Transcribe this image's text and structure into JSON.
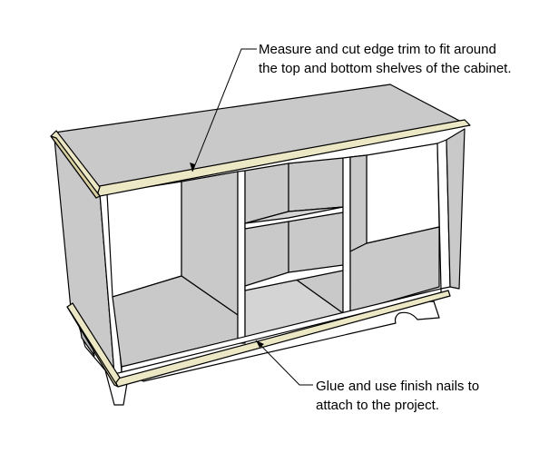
{
  "callouts": {
    "top": {
      "line1": "Measure and cut edge trim to fit around",
      "line2": "the top and bottom shelves of the cabinet."
    },
    "bottom": {
      "line1": "Glue and use finish nails to",
      "line2": "attach to the project."
    }
  },
  "colors": {
    "panel_face": "#c9c9c9",
    "panel_light": "#d4d4d4",
    "panel_dark": "#b3b3b3",
    "edge_white": "#ffffff",
    "trim": "#ece7c4",
    "trim_dark": "#d8d0a0",
    "outline": "#000000"
  }
}
